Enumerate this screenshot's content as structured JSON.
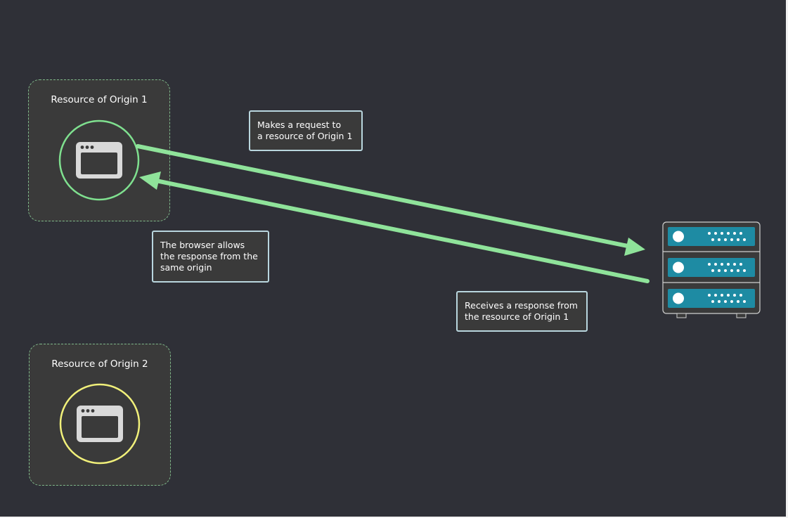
{
  "origins": [
    {
      "title": "Resource of Origin 1",
      "ring_color": "#7fe08f"
    },
    {
      "title": "Resource of Origin 2",
      "ring_color": "#f1f07a"
    }
  ],
  "labels": {
    "request": [
      "Makes a request to",
      "a resource of Origin 1"
    ],
    "allows": [
      "The browser allows",
      "the response from the",
      "same origin"
    ],
    "response": [
      "Receives a response from",
      "the resource of Origin 1"
    ]
  },
  "colors": {
    "background": "#2f3037",
    "panel": "#3a3a3a",
    "arrow": "#8fe39a",
    "server_bar": "#1e8ba3",
    "icon": "#d9d9d9"
  }
}
